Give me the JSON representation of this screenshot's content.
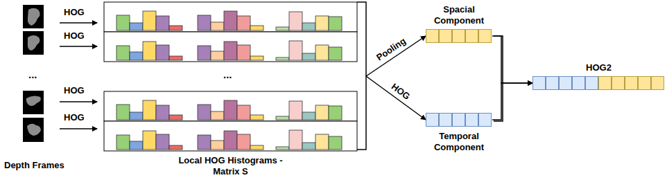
{
  "diagram": {
    "nodes": [
      {
        "text": [
          "Local HOG Histograms - Matrix S"
        ]
      },
      {
        "text": [
          "Spacial Component"
        ]
      },
      {
        "text": [
          "Temporal Component"
        ]
      },
      {
        "text": [
          "HOG2"
        ]
      }
    ],
    "edges": [
      {
        "from": 0,
        "to": 1,
        "label": "Pooling",
        "arrow": "to"
      },
      {
        "from": 0,
        "to": 2,
        "label": "HOG",
        "arrow": "to"
      },
      {
        "from": 1,
        "to": 3,
        "arrow": "to"
      },
      {
        "from": 2,
        "to": 3,
        "arrow": "to"
      }
    ],
    "labels": [
      "HOG",
      "HOG",
      "...",
      "HOG",
      "HOG",
      "Depth Frames",
      "..."
    ]
  }
}
